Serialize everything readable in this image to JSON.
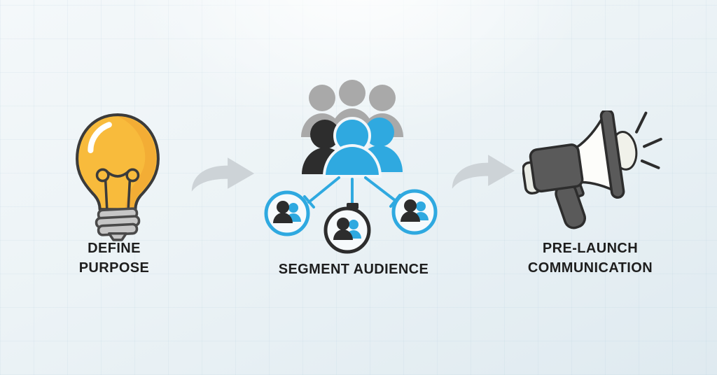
{
  "diagram": {
    "type": "process-flow",
    "direction": "left-to-right",
    "steps": [
      {
        "id": "define-purpose",
        "order": 1,
        "label": "DEFINE\nPURPOSE",
        "icon": "lightbulb-icon"
      },
      {
        "id": "segment-audience",
        "order": 2,
        "label": "SEGMENT AUDIENCE",
        "icon": "audience-segments-icon"
      },
      {
        "id": "pre-launch-communication",
        "order": 3,
        "label": "PRE-LAUNCH\nCOMMUNICATION",
        "icon": "megaphone-icon"
      }
    ],
    "connectors": [
      {
        "id": "arrow-1",
        "from": "define-purpose",
        "to": "segment-audience",
        "icon": "curved-arrow-right-icon"
      },
      {
        "id": "arrow-2",
        "from": "segment-audience",
        "to": "pre-launch-communication",
        "icon": "curved-arrow-right-icon"
      }
    ],
    "audience_icon_detail": {
      "crowd_back_row_people": 3,
      "crowd_front_row_people": 3,
      "segment_circles": 3,
      "circle_ring_colors": [
        "#2fa9e0",
        "#2d2d2d",
        "#2fa9e0"
      ]
    },
    "colors": {
      "accent_blue": "#2fa9e0",
      "dark": "#2d2d2d",
      "people_gray": "#a9a9a9",
      "bulb_yellow": "#f8bb3c",
      "bulb_shade_orange": "#efa230",
      "bulb_base_gray": "#c6c6c6",
      "outline": "#3b3b3b",
      "arrow_gray": "#cdd3d7",
      "label_text": "#1e1e1e",
      "background_light": "#f4f8fa",
      "background_dark": "#dfeaf0"
    }
  }
}
